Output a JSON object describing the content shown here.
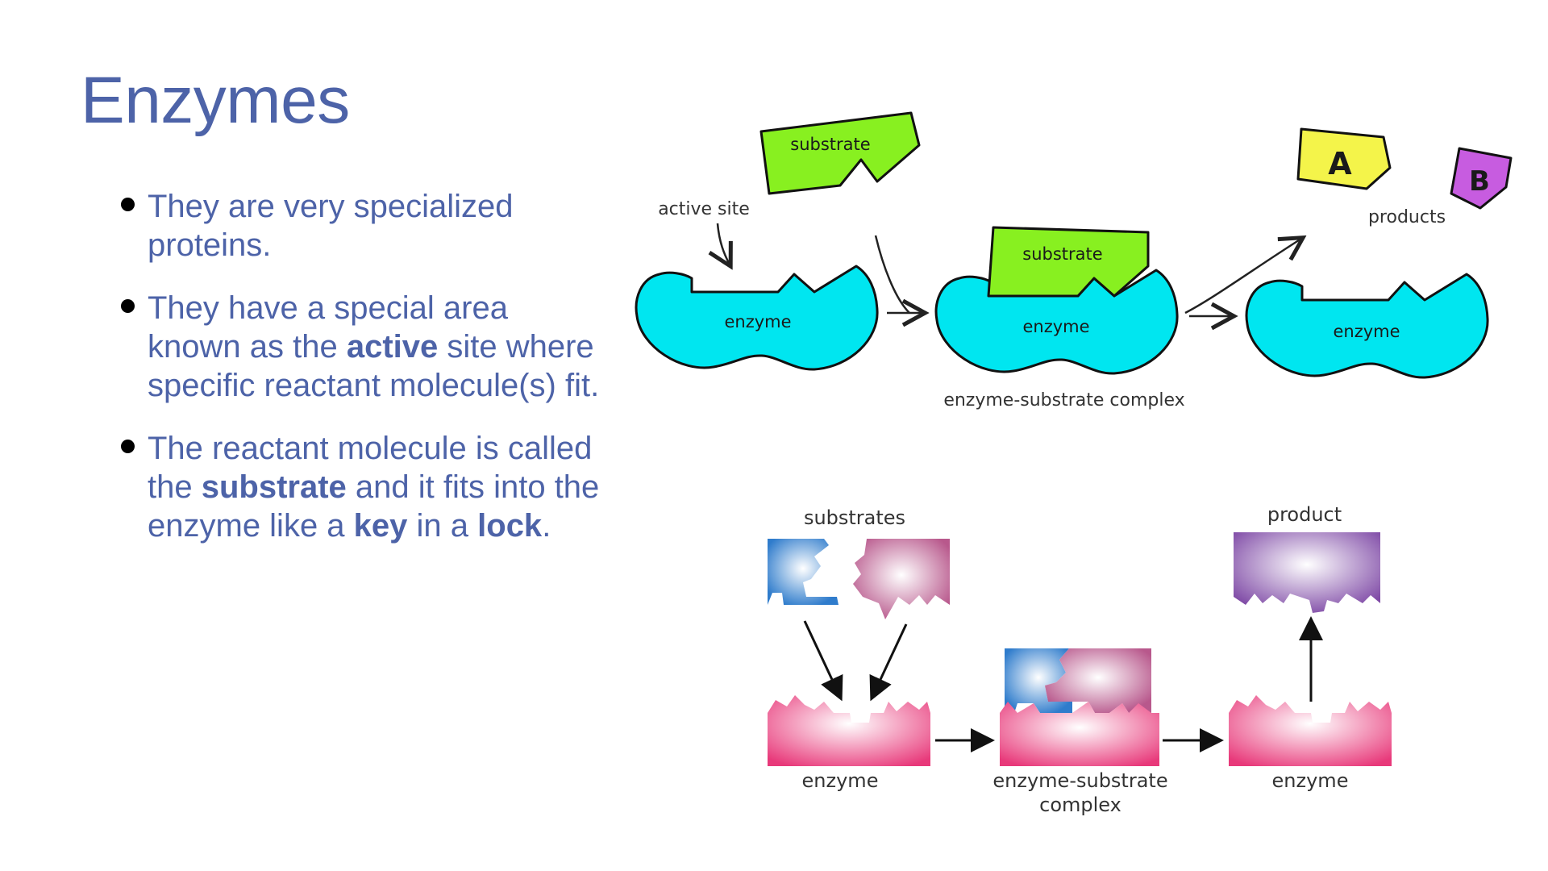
{
  "slide": {
    "title": "Enzymes",
    "bullets": [
      {
        "parts": [
          {
            "t": "They are very specialized proteins.",
            "b": false
          }
        ]
      },
      {
        "parts": [
          {
            "t": "They have a special area known as the ",
            "b": false
          },
          {
            "t": "active",
            "b": true
          },
          {
            "t": " site where specific reactant molecule(s) fit.",
            "b": false
          }
        ]
      },
      {
        "parts": [
          {
            "t": "The reactant molecule is called the ",
            "b": false
          },
          {
            "t": "substrate",
            "b": true
          },
          {
            "t": " and it fits into the enzyme like a ",
            "b": false
          },
          {
            "t": "key",
            "b": true
          },
          {
            "t": " in a ",
            "b": false
          },
          {
            "t": "lock",
            "b": true
          },
          {
            "t": ".",
            "b": false
          }
        ]
      }
    ]
  },
  "top_diagram": {
    "substrate_label": "substrate",
    "active_site_label": "active site",
    "enzyme_label_1": "enzyme",
    "complex_substrate_label": "substrate",
    "enzyme_label_2": "enzyme",
    "complex_caption": "enzyme-substrate complex",
    "product_a": "A",
    "product_b": "B",
    "products_label": "products",
    "enzyme_label_3": "enzyme"
  },
  "bottom_diagram": {
    "substrates_label": "substrates",
    "product_label": "product",
    "enzyme_label_1": "enzyme",
    "complex_line_1": "enzyme-substrate",
    "complex_line_2": "complex",
    "enzyme_label_2": "enzyme"
  },
  "colors": {
    "title_text": "#4d63a8",
    "enzyme_cyan": "#00e6f0",
    "substrate_green": "#88f020",
    "product_yellow": "#f4f44a",
    "product_purple": "#c75ce0",
    "lock_pink": "#ec4f86",
    "key_blue": "#3a86d0",
    "key_mauve": "#c76a98",
    "product_violet": "#8e5ab0"
  }
}
